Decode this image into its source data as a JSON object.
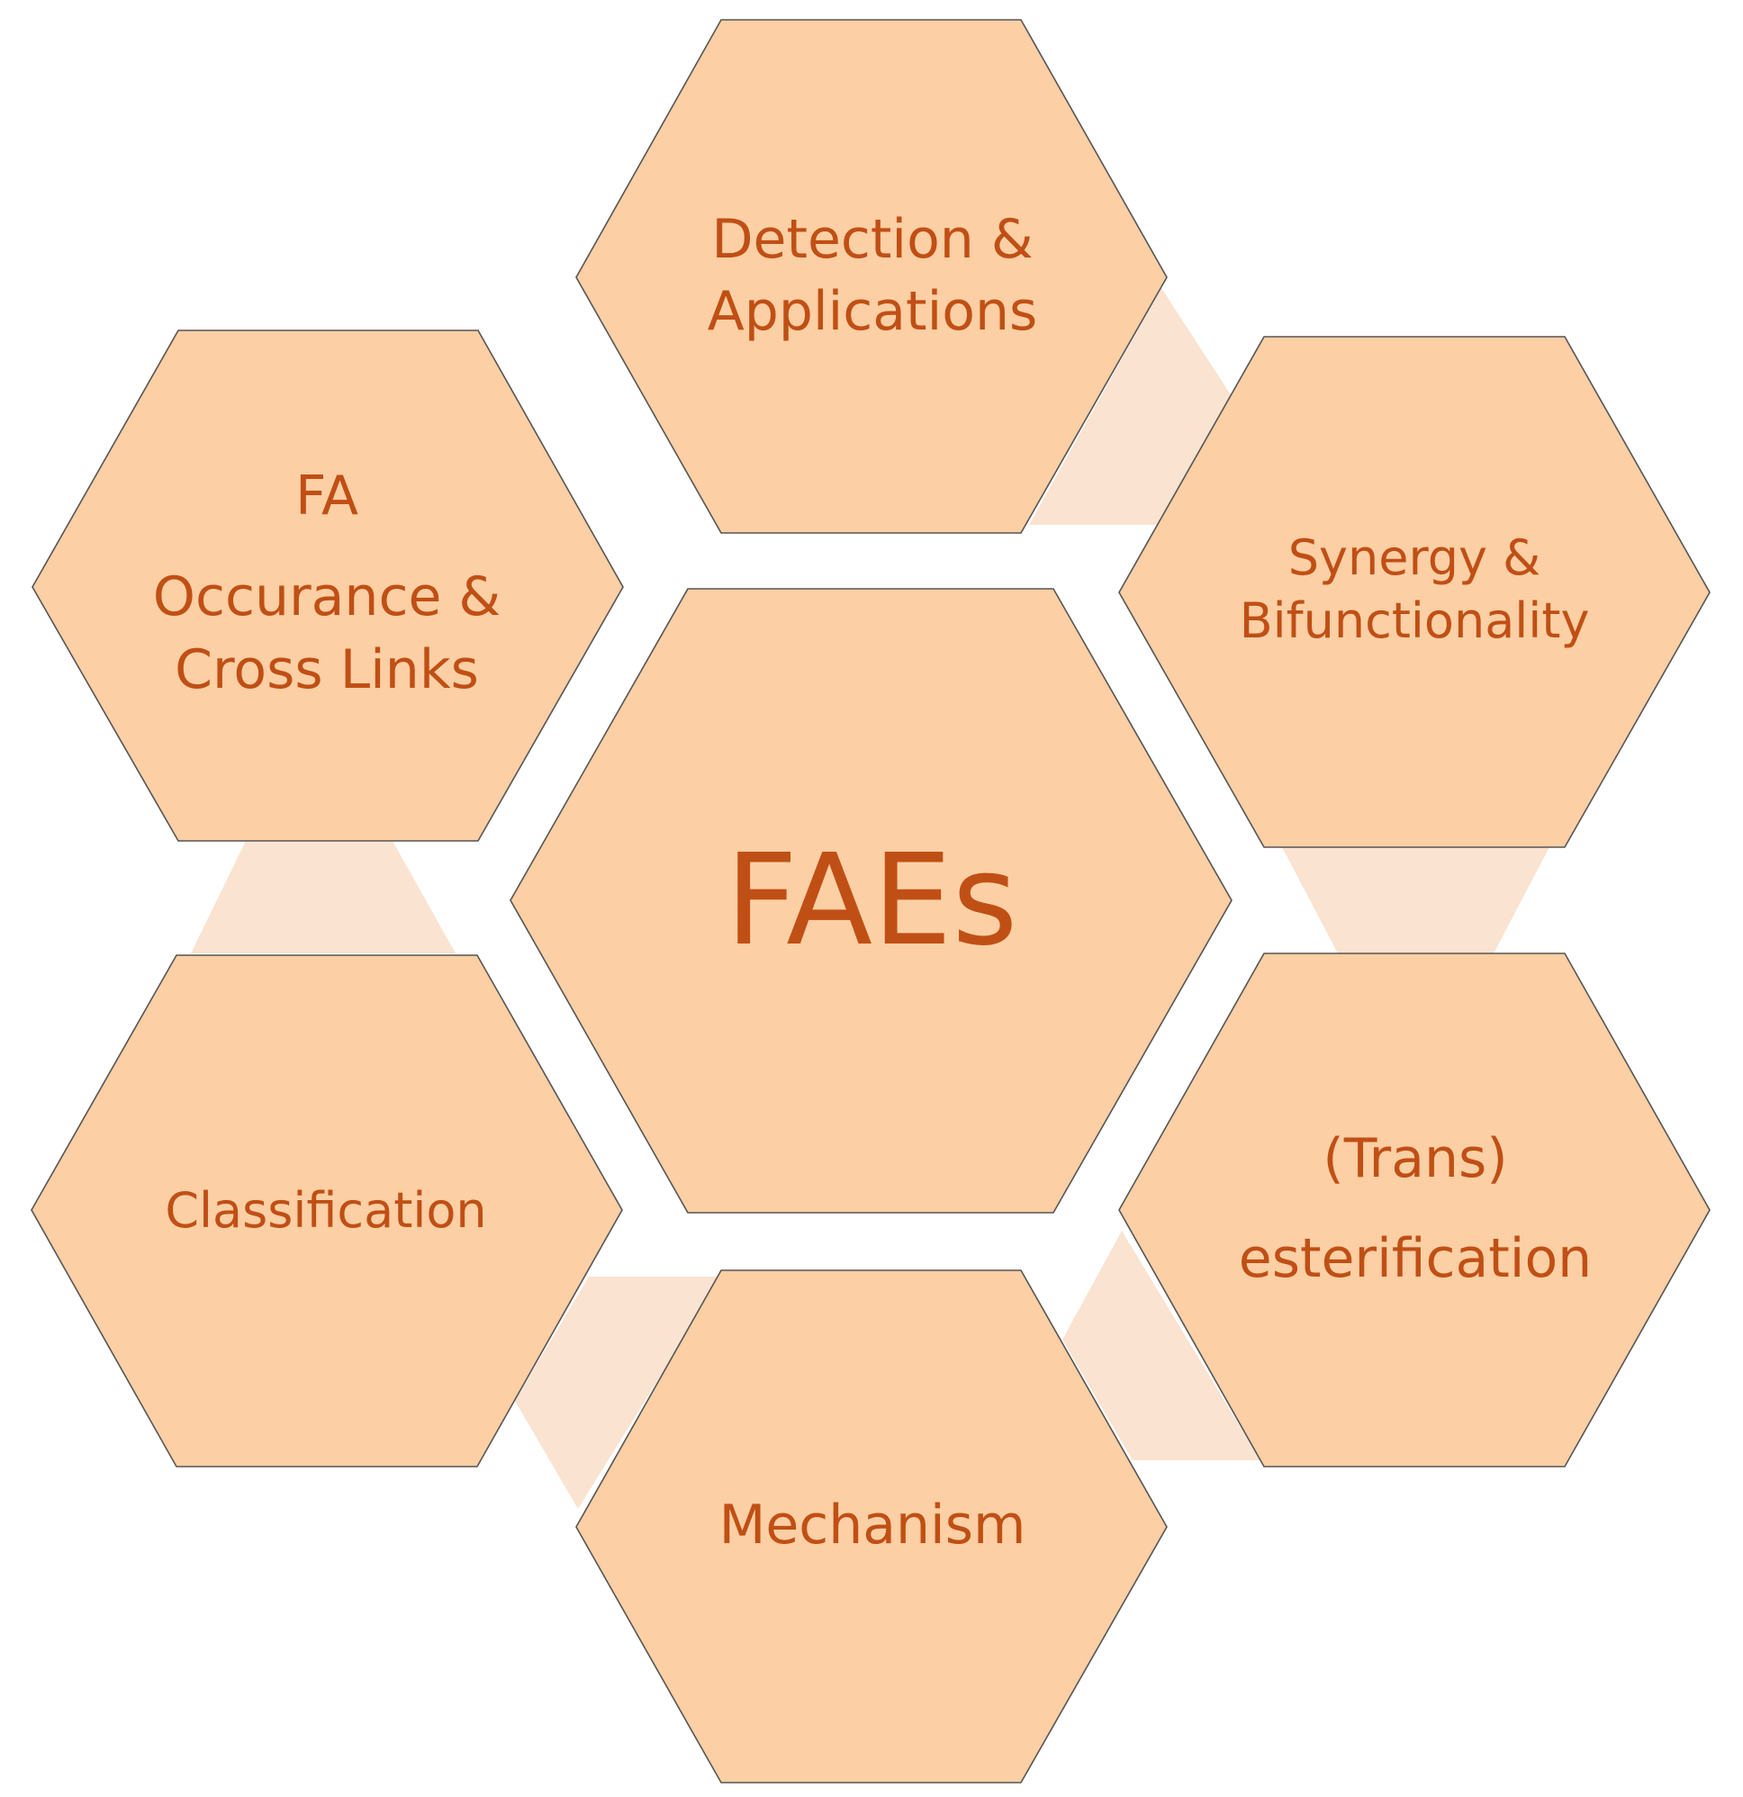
{
  "colors": {
    "hex_fill": "#fccfa4",
    "hex_stroke": "#555555",
    "connector_fill": "#fae3d1",
    "text": "#c04f15",
    "background": "#ffffff"
  },
  "center": {
    "lines": [
      "FAEs"
    ]
  },
  "nodes": [
    {
      "id": "detection",
      "lines": [
        "Detection &",
        "Applications"
      ]
    },
    {
      "id": "synergy",
      "lines": [
        "Synergy &",
        "Bifunctionality"
      ]
    },
    {
      "id": "trans",
      "lines": [
        "(Trans)",
        "esterification"
      ]
    },
    {
      "id": "mechanism",
      "lines": [
        "Mechanism"
      ]
    },
    {
      "id": "classification",
      "lines": [
        "Classification"
      ]
    },
    {
      "id": "occurance",
      "lines": [
        "FA",
        "Occurance &",
        "Cross Links"
      ]
    }
  ]
}
